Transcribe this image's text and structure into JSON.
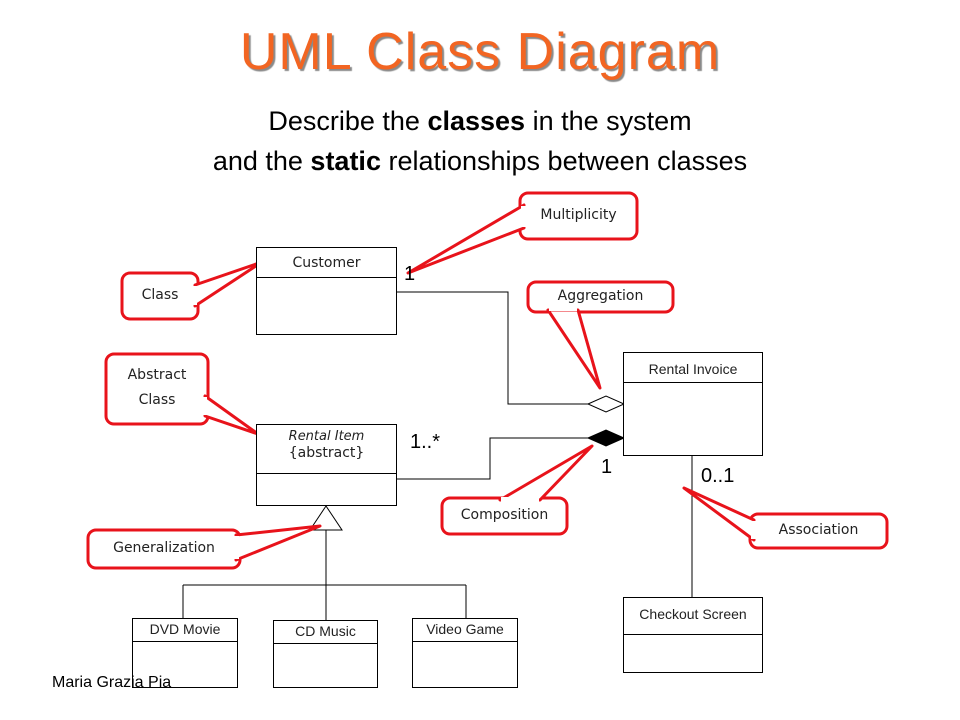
{
  "slide": {
    "title": "UML Class Diagram",
    "subtitle_line1": [
      "Describe the ",
      "classes",
      " in the system"
    ],
    "subtitle_line2": [
      "and the ",
      "static",
      " relationships between classes"
    ],
    "footer": "Maria Grazia Pia"
  },
  "classes": {
    "customer": "Customer",
    "rental_item": "Rental Item",
    "rental_item_stereotype": "{abstract}",
    "rental_invoice": "Rental Invoice",
    "checkout_screen": "Checkout Screen",
    "dvd_movie": "DVD Movie",
    "cd_music": "CD Music",
    "video_game": "Video Game"
  },
  "multiplicities": {
    "customer_end": "1",
    "rental_item_end": "1..*",
    "invoice_composition_end": "1",
    "invoice_association_end": "0..1"
  },
  "callouts": {
    "multiplicity": "Multiplicity",
    "class": "Class",
    "aggregation": "Aggregation",
    "abstract_class_line1": "Abstract",
    "abstract_class_line2": "Class",
    "composition": "Composition",
    "association": "Association",
    "generalization": "Generalization"
  },
  "colors": {
    "title": "#f26522",
    "callout_border": "#e8131b",
    "line": "#000000"
  }
}
